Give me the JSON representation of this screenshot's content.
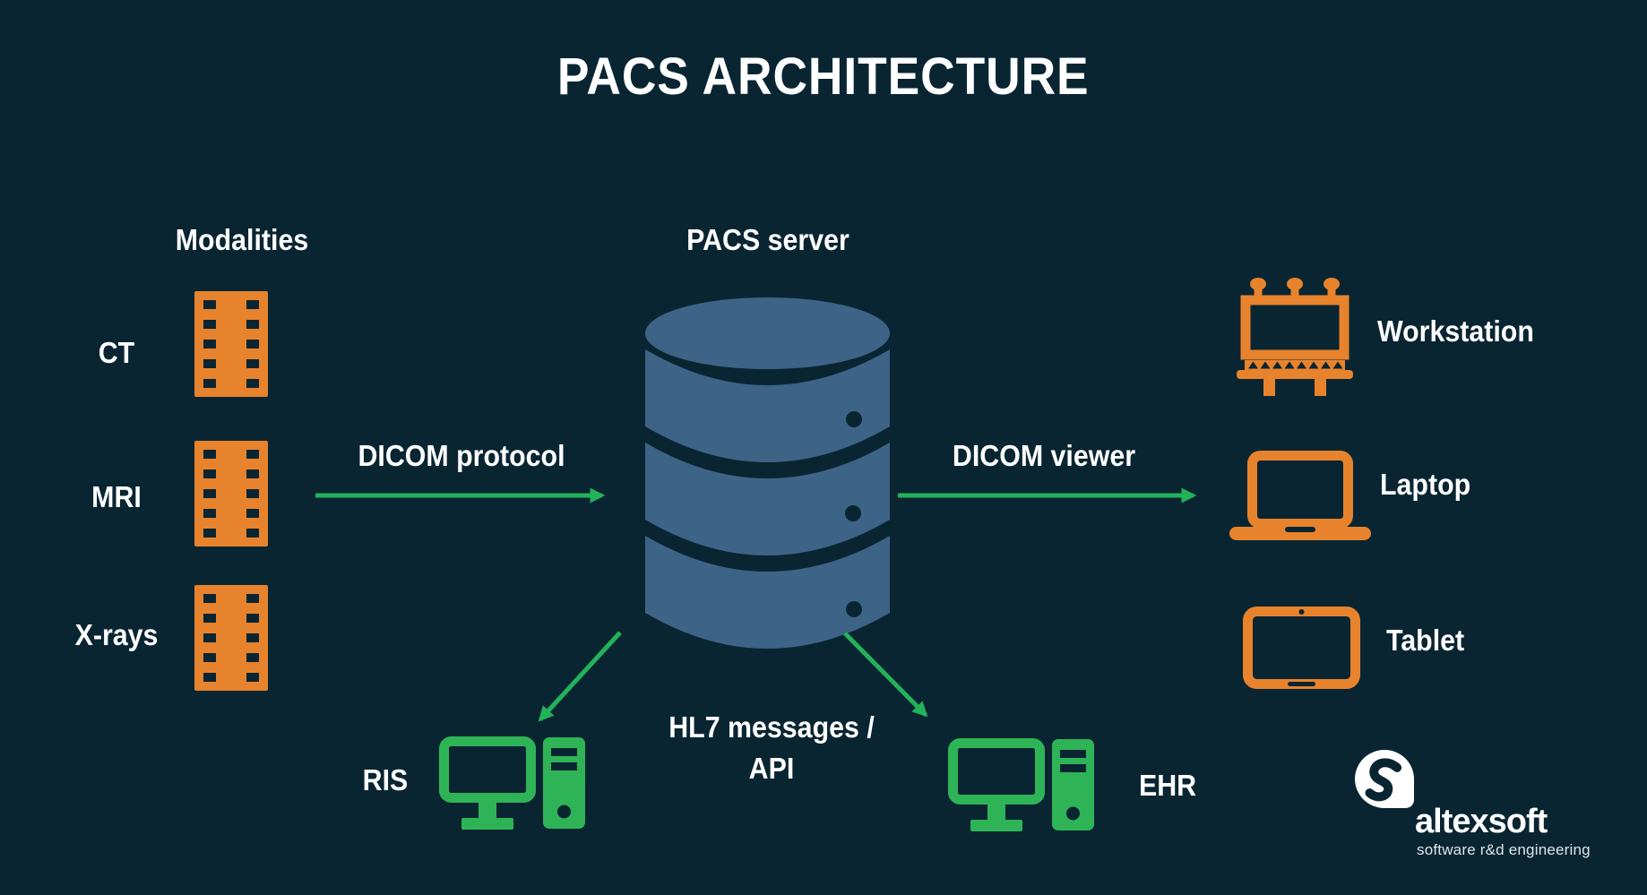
{
  "colors": {
    "background": "#0A2532",
    "orange": "#E8832D",
    "green": "#23B15A",
    "icon-green": "#2EB457",
    "blue": "#3D6486",
    "text": "#FFFFFF"
  },
  "title": "PACS ARCHITECTURE",
  "modalities": {
    "heading": "Modalities",
    "items": [
      {
        "label": "CT",
        "icon": "film-strip-icon"
      },
      {
        "label": "MRI",
        "icon": "film-strip-icon"
      },
      {
        "label": "X-rays",
        "icon": "film-strip-icon"
      }
    ]
  },
  "server": {
    "heading": "PACS server",
    "icon": "database-icon"
  },
  "connections": {
    "dicom_protocol": "DICOM protocol",
    "dicom_viewer": "DICOM viewer",
    "hl7_line1": "HL7 messages /",
    "hl7_line2": "API"
  },
  "clients": {
    "items": [
      {
        "label": "Workstation",
        "icon": "billboard-workstation-icon"
      },
      {
        "label": "Laptop",
        "icon": "laptop-icon"
      },
      {
        "label": "Tablet",
        "icon": "tablet-icon"
      }
    ]
  },
  "systems": {
    "ris": {
      "label": "RIS",
      "icon": "desktop-computer-icon"
    },
    "ehr": {
      "label": "EHR",
      "icon": "desktop-computer-icon"
    }
  },
  "logo": {
    "company": "altexsoft",
    "tagline": "software r&d engineering"
  }
}
